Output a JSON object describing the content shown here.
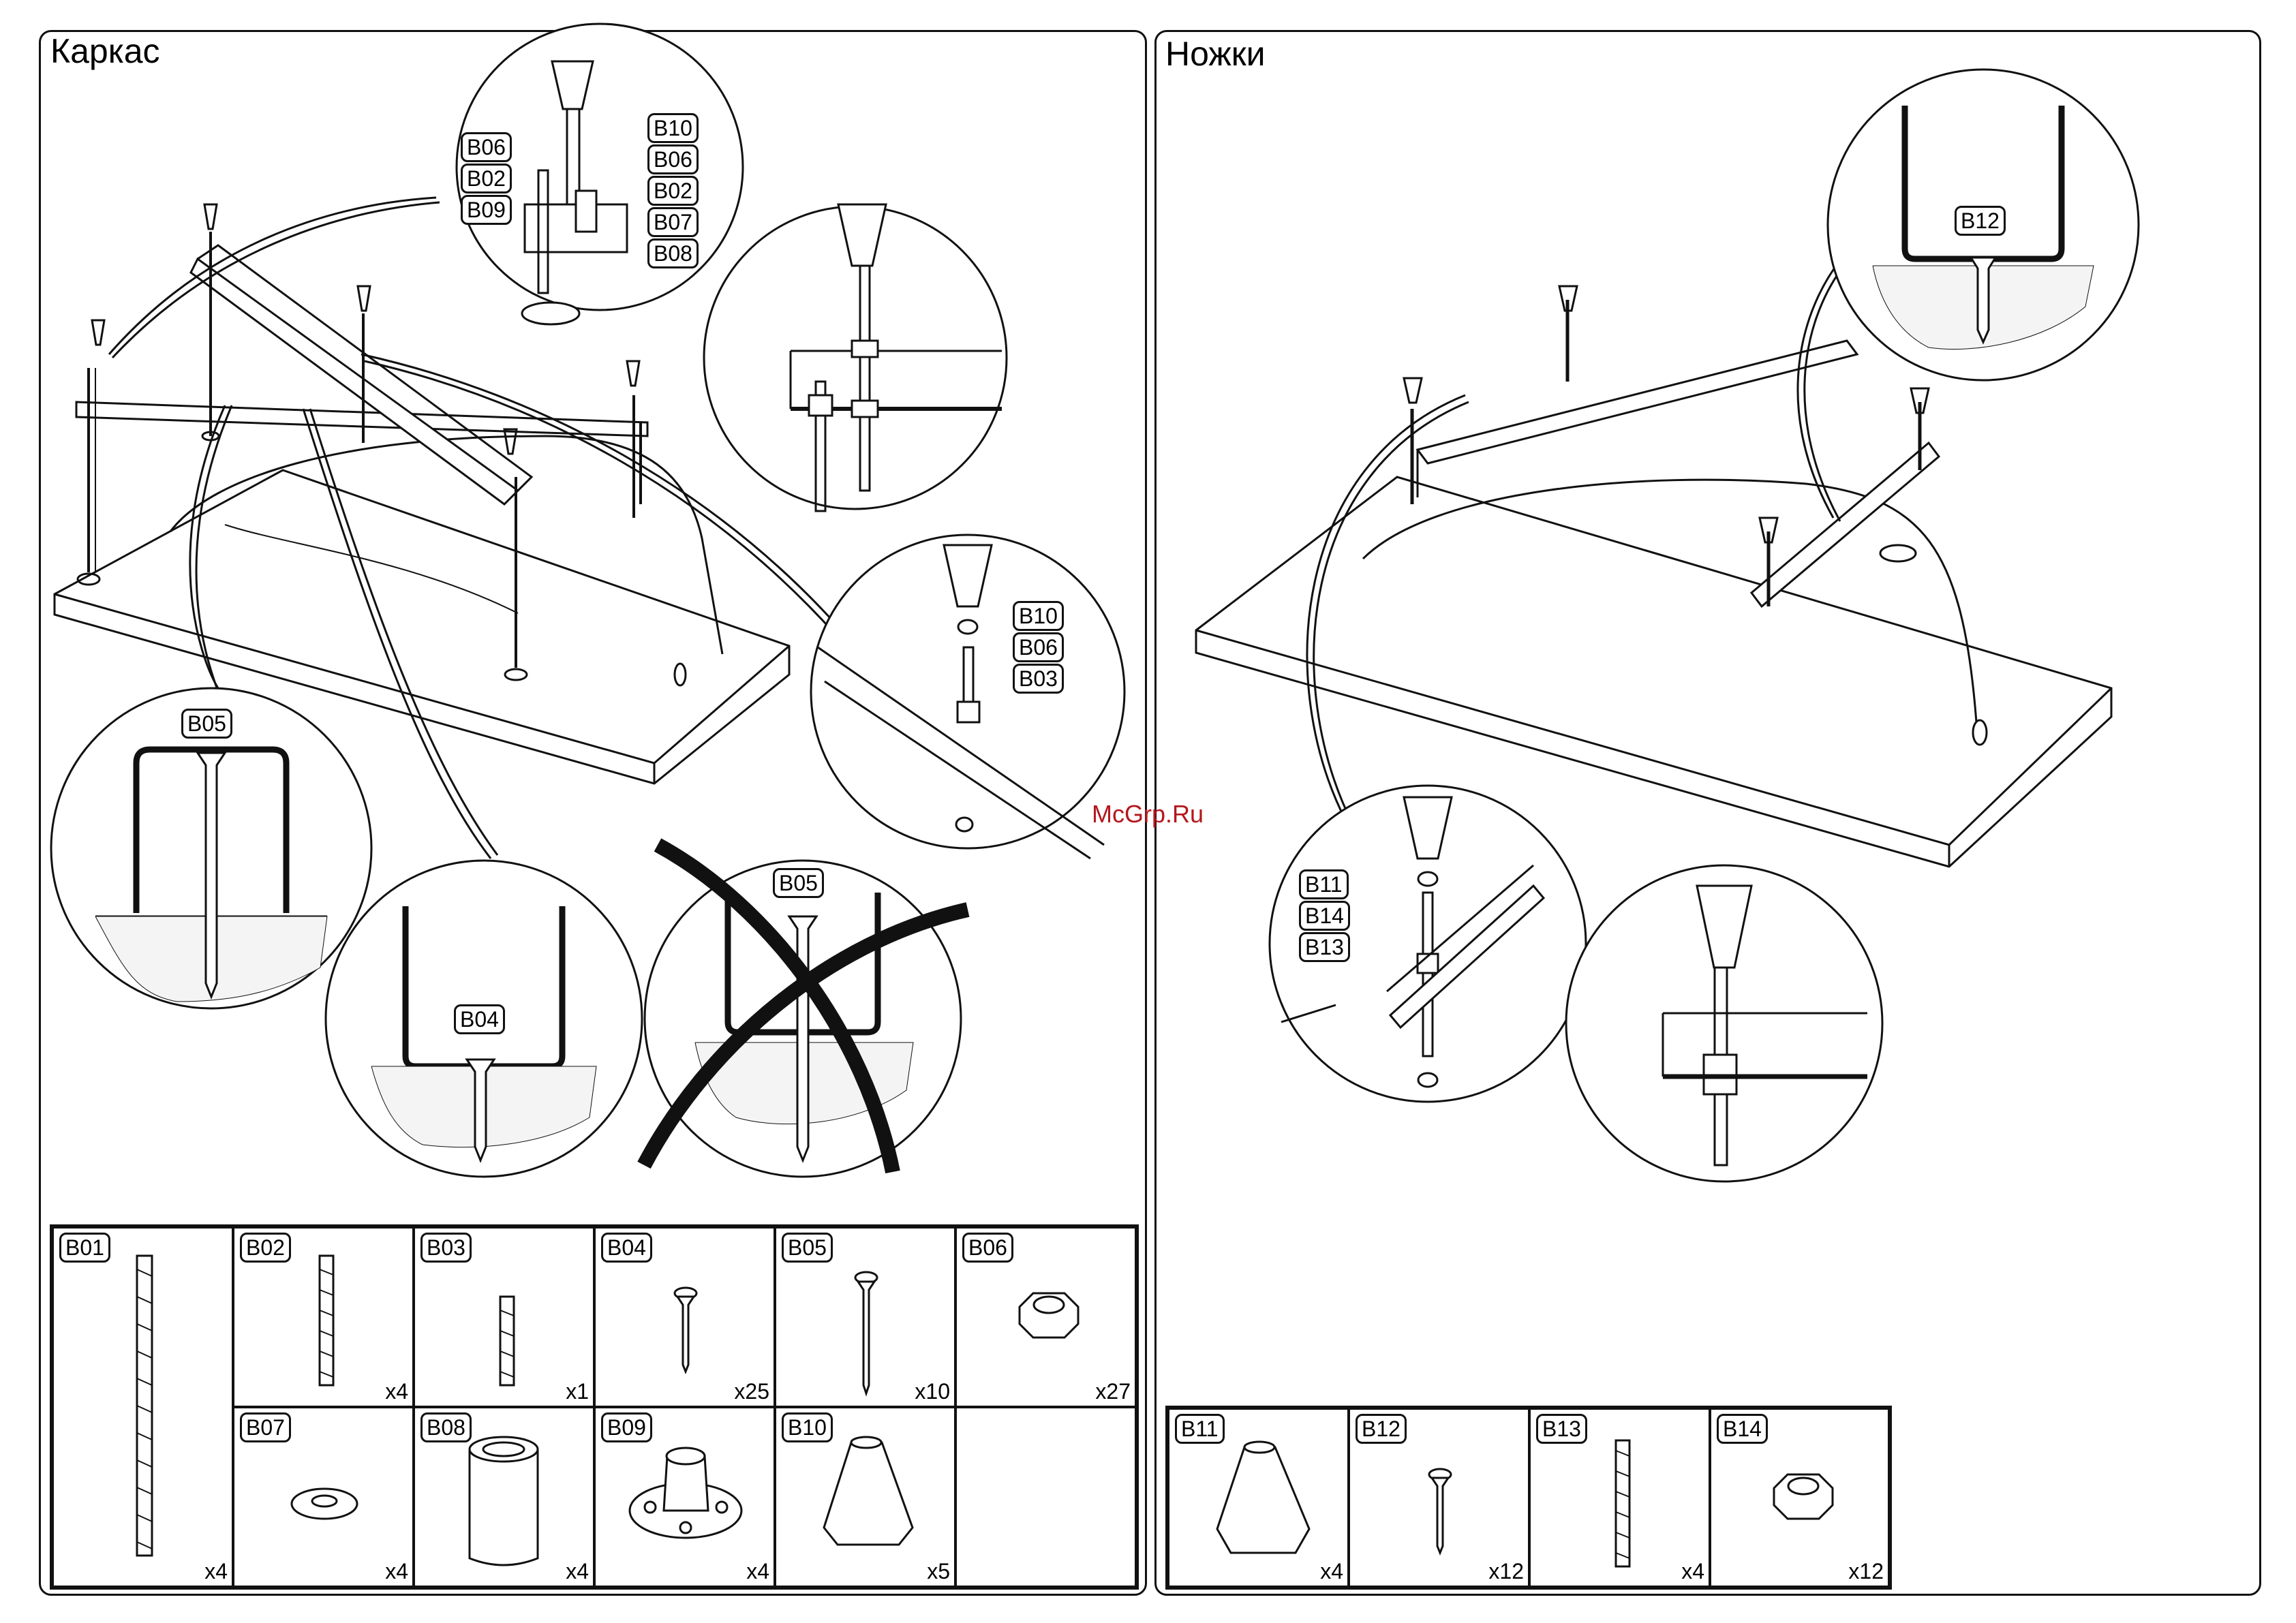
{
  "left_panel": {
    "title": "Каркас",
    "callout_top_left_tags": [
      "B06",
      "B02",
      "B09"
    ],
    "callout_top_right_tags": [
      "B10",
      "B06",
      "B02",
      "B07",
      "B08"
    ],
    "callout_right_tags": [
      "B10",
      "B06",
      "B03"
    ],
    "callout_screw_ok_tag": "B05",
    "callout_screw_short_tag": "B04",
    "callout_screw_wrong_tag": "B05"
  },
  "right_panel": {
    "title": "Ножки",
    "callout_screw_tag": "B12",
    "callout_leg_tags": [
      "B11",
      "B14",
      "B13"
    ]
  },
  "watermark": "McGrp.Ru",
  "parts_left": [
    {
      "code": "B01",
      "qty": "x4",
      "icon": "long-threaded-rod-icon"
    },
    {
      "code": "B02",
      "qty": "x4",
      "icon": "threaded-rod-icon"
    },
    {
      "code": "B03",
      "qty": "x1",
      "icon": "short-threaded-rod-icon"
    },
    {
      "code": "B04",
      "qty": "x25",
      "icon": "short-screw-icon"
    },
    {
      "code": "B05",
      "qty": "x10",
      "icon": "long-screw-icon"
    },
    {
      "code": "B06",
      "qty": "x27",
      "icon": "hex-nut-icon"
    },
    {
      "code": "B07",
      "qty": "x4",
      "icon": "washer-icon"
    },
    {
      "code": "B08",
      "qty": "x4",
      "icon": "spacer-tube-icon"
    },
    {
      "code": "B09",
      "qty": "x4",
      "icon": "base-plate-icon"
    },
    {
      "code": "B10",
      "qty": "x5",
      "icon": "leg-foot-icon"
    }
  ],
  "parts_right": [
    {
      "code": "B11",
      "qty": "x4",
      "icon": "leg-foot-icon"
    },
    {
      "code": "B12",
      "qty": "x12",
      "icon": "short-screw-icon"
    },
    {
      "code": "B13",
      "qty": "x4",
      "icon": "threaded-rod-icon"
    },
    {
      "code": "B14",
      "qty": "x12",
      "icon": "hex-nut-icon"
    }
  ]
}
